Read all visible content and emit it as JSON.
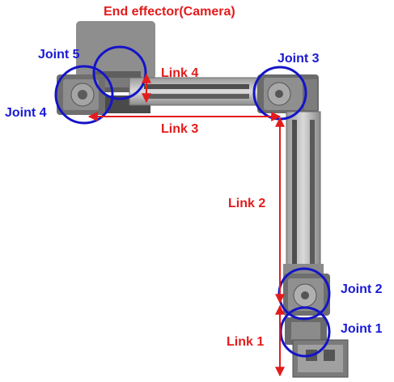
{
  "labels": {
    "end_effector": "End effector(Camera)",
    "joint_1": "Joint 1",
    "joint_2": "Joint 2",
    "joint_3": "Joint 3",
    "joint_4": "Joint 4",
    "joint_5": "Joint 5",
    "link_1": "Link 1",
    "link_2": "Link 2",
    "link_3": "Link 3",
    "link_4": "Link 4"
  },
  "colors": {
    "link_label": "#e31b1b",
    "joint_label": "#1a1ad6",
    "joint_circle": "#1414c8",
    "link_arrow": "#e31b1b"
  }
}
